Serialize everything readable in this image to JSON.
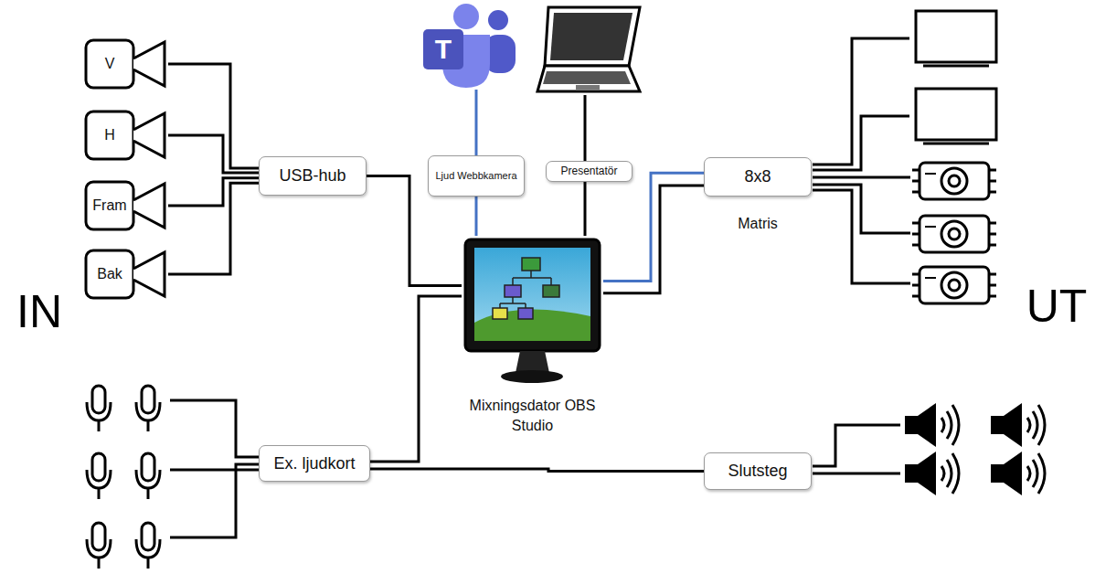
{
  "diagram": {
    "nodes": [
      {
        "text": [
          "V"
        ]
      },
      {
        "text": [
          "H"
        ]
      },
      {
        "text": [
          "Fram"
        ]
      },
      {
        "text": [
          "Bak"
        ]
      },
      {
        "text": [
          "USB-hub"
        ]
      },
      {
        "text": [
          "Ljud Webbkamera"
        ]
      },
      {
        "text": [
          "Presentatör"
        ]
      },
      {
        "text": [
          "Mixningsdator OBS Studio"
        ]
      },
      {
        "text": [
          "8x8",
          "Matris"
        ]
      },
      {
        "text": [
          "Ex. ljudkort"
        ]
      },
      {
        "text": [
          "Slutsteg"
        ]
      }
    ],
    "edges": [
      {
        "from": 0,
        "to": 4,
        "arrow": "none"
      },
      {
        "from": 1,
        "to": 4,
        "arrow": "none"
      },
      {
        "from": 2,
        "to": 4,
        "arrow": "none"
      },
      {
        "from": 3,
        "to": 4,
        "arrow": "none"
      },
      {
        "from": 4,
        "to": 7,
        "arrow": "none"
      },
      {
        "from": 5,
        "to": 7,
        "arrow": "none"
      },
      {
        "from": 6,
        "to": 7,
        "arrow": "none"
      },
      {
        "from": 7,
        "to": 8,
        "arrow": "none"
      },
      {
        "from": 7,
        "to": 8,
        "arrow": "none"
      },
      {
        "from": 9,
        "to": 7,
        "arrow": "none"
      },
      {
        "from": 9,
        "to": 10,
        "arrow": "none"
      }
    ],
    "labels": [
      "T",
      "IN",
      "UT"
    ]
  }
}
